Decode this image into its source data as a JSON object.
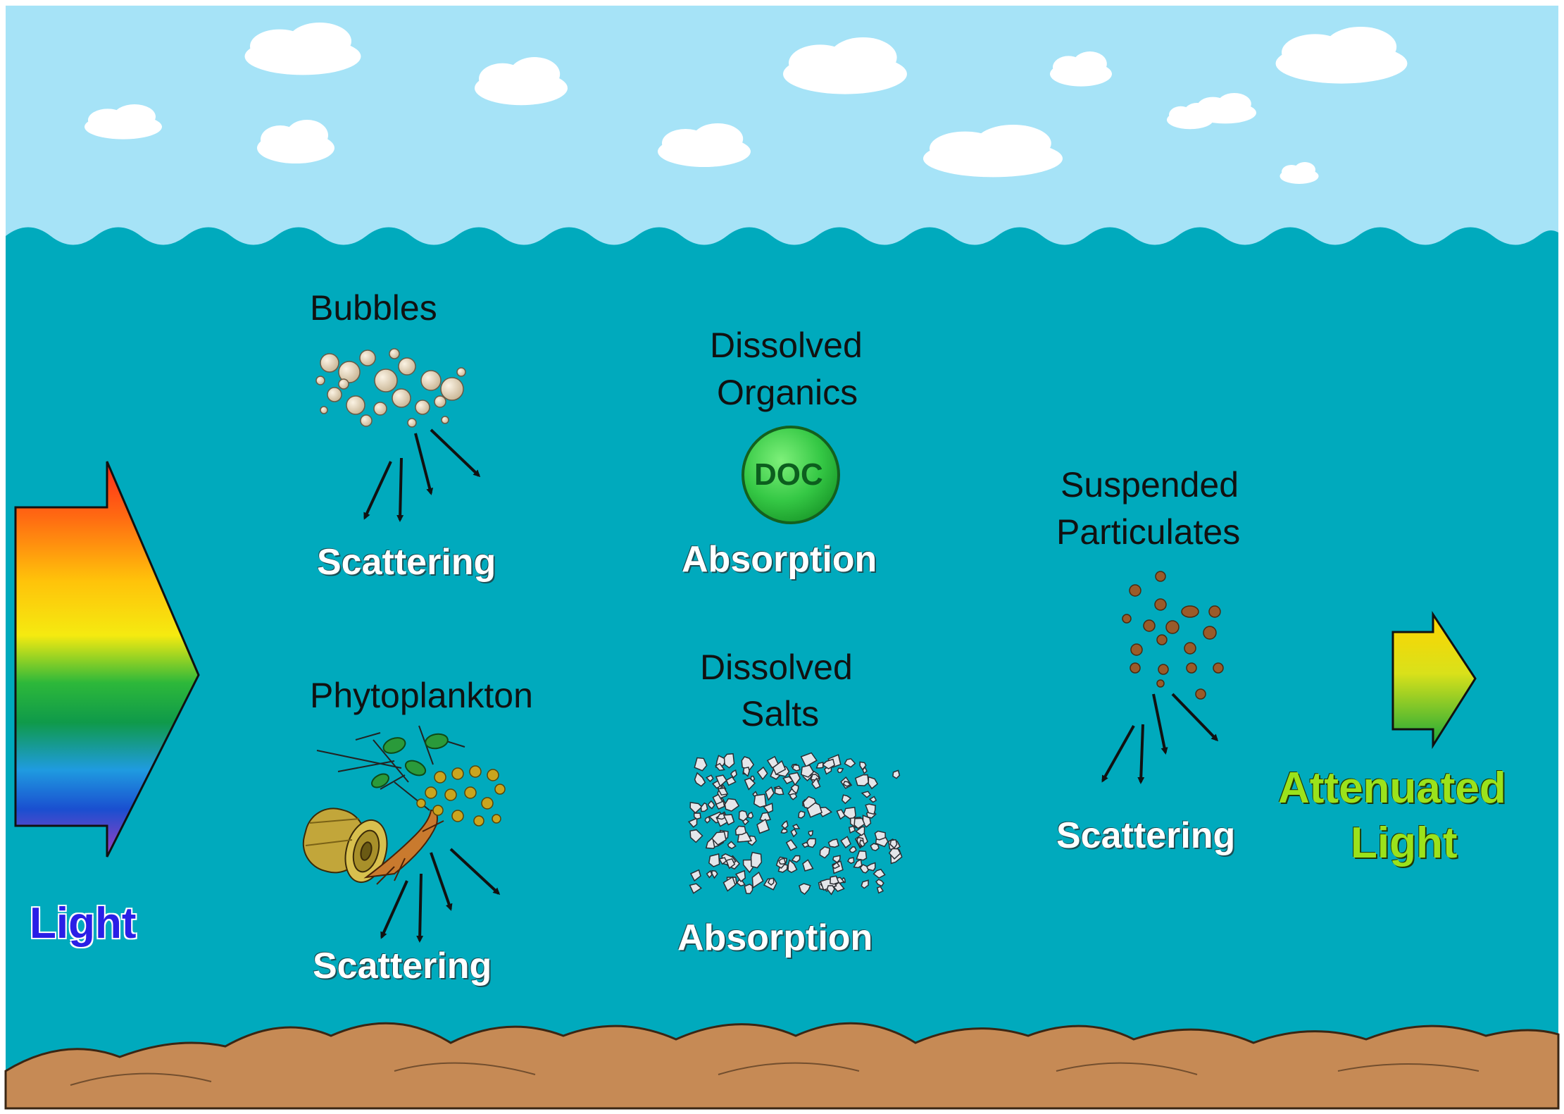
{
  "labels": {
    "bubbles": "Bubbles",
    "bubbles_effect": "Scattering",
    "dissolved_organics_line1": "Dissolved",
    "dissolved_organics_line2": "Organics",
    "doc": "DOC",
    "organics_effect": "Absorption",
    "suspended_line1": "Suspended",
    "suspended_line2": "Particulates",
    "suspended_effect": "Scattering",
    "phytoplankton": "Phytoplankton",
    "phytoplankton_effect": "Scattering",
    "dissolved_salts_line1": "Dissolved",
    "dissolved_salts_line2": "Salts",
    "salts_effect": "Absorption",
    "light": "Light",
    "attenuated_line1": "Attenuated",
    "attenuated_line2": "Light"
  },
  "colors": {
    "sky": "#a6e3f7",
    "water": "#00aabd",
    "seabed": "#c68a55",
    "doc_circle": "#3fd04d"
  },
  "icons": [
    "cloud-icon",
    "bubbles-icon",
    "doc-circle-icon",
    "phytoplankton-icon",
    "salt-crystals-icon",
    "particulates-icon",
    "arrow-icon"
  ]
}
